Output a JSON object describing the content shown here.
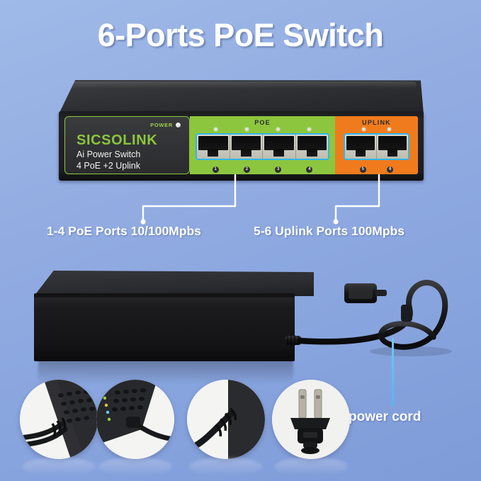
{
  "page": {
    "title": "6-Ports PoE Switch",
    "background_color": "#93ade2"
  },
  "switch_device": {
    "brand": {
      "power_label": "POWER",
      "name": "SICSOLINK",
      "line1": "Ai Power Switch",
      "line2": "4 PoE +2 Uplink",
      "accent_color": "#8cc63e"
    },
    "poe_section": {
      "title": "POE",
      "color": "#8cc63e",
      "port_numbers": [
        "1",
        "2",
        "3",
        "4"
      ],
      "led_count": 4
    },
    "uplink_section": {
      "title": "UPLINK",
      "color": "#f07b1d",
      "port_numbers": [
        "5",
        "6"
      ],
      "led_count": 2
    },
    "cage_color": "#33b5e5"
  },
  "callouts": {
    "poe": "1-4 PoE Ports 10/100Mpbs",
    "uplink": "5-6 Uplink Ports 100Mpbs",
    "power_cord": "power cord",
    "pointer_color": "#5fc0f2",
    "leader_color": "#ffffff"
  },
  "thumbnails": [
    {
      "name": "cord-strain-relief-vent-detail"
    },
    {
      "name": "cord-connector-port-detail"
    },
    {
      "name": "cord-bend-detail"
    },
    {
      "name": "us-two-prong-ac-plug"
    }
  ]
}
